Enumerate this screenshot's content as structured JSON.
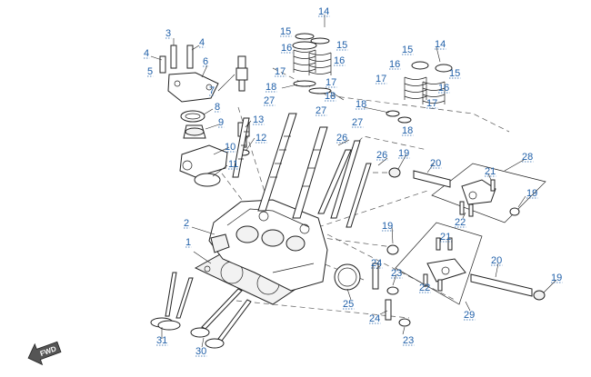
{
  "diagram": {
    "callouts": [
      {
        "id": "c1",
        "label": "1"
      },
      {
        "id": "c2",
        "label": "2"
      },
      {
        "id": "c3",
        "label": "3"
      },
      {
        "id": "c4a",
        "label": "4"
      },
      {
        "id": "c4b",
        "label": "4"
      },
      {
        "id": "c5",
        "label": "5"
      },
      {
        "id": "c6",
        "label": "6"
      },
      {
        "id": "c7",
        "label": "7"
      },
      {
        "id": "c8",
        "label": "8"
      },
      {
        "id": "c9",
        "label": "9"
      },
      {
        "id": "c10",
        "label": "10"
      },
      {
        "id": "c11",
        "label": "11"
      },
      {
        "id": "c12",
        "label": "12"
      },
      {
        "id": "c13",
        "label": "13"
      },
      {
        "id": "c14a",
        "label": "14"
      },
      {
        "id": "c14b",
        "label": "14"
      },
      {
        "id": "c15a",
        "label": "15"
      },
      {
        "id": "c15b",
        "label": "15"
      },
      {
        "id": "c15c",
        "label": "15"
      },
      {
        "id": "c15d",
        "label": "15"
      },
      {
        "id": "c16a",
        "label": "16"
      },
      {
        "id": "c16b",
        "label": "16"
      },
      {
        "id": "c16c",
        "label": "16"
      },
      {
        "id": "c16d",
        "label": "16"
      },
      {
        "id": "c17a",
        "label": "17"
      },
      {
        "id": "c17b",
        "label": "17"
      },
      {
        "id": "c17c",
        "label": "17"
      },
      {
        "id": "c17d",
        "label": "17"
      },
      {
        "id": "c18a",
        "label": "18"
      },
      {
        "id": "c18b",
        "label": "18"
      },
      {
        "id": "c18c",
        "label": "18"
      },
      {
        "id": "c18d",
        "label": "18"
      },
      {
        "id": "c19a",
        "label": "19"
      },
      {
        "id": "c19b",
        "label": "19"
      },
      {
        "id": "c19c",
        "label": "19"
      },
      {
        "id": "c19d",
        "label": "19"
      },
      {
        "id": "c20a",
        "label": "20"
      },
      {
        "id": "c20b",
        "label": "20"
      },
      {
        "id": "c21a",
        "label": "21"
      },
      {
        "id": "c21b",
        "label": "21"
      },
      {
        "id": "c22a",
        "label": "22"
      },
      {
        "id": "c22b",
        "label": "22"
      },
      {
        "id": "c23a",
        "label": "23"
      },
      {
        "id": "c23b",
        "label": "23"
      },
      {
        "id": "c24a",
        "label": "24"
      },
      {
        "id": "c24b",
        "label": "24"
      },
      {
        "id": "c25",
        "label": "25"
      },
      {
        "id": "c26a",
        "label": "26"
      },
      {
        "id": "c26b",
        "label": "26"
      },
      {
        "id": "c27a",
        "label": "27"
      },
      {
        "id": "c27b",
        "label": "27"
      },
      {
        "id": "c27c",
        "label": "27"
      },
      {
        "id": "c28",
        "label": "28"
      },
      {
        "id": "c29",
        "label": "29"
      },
      {
        "id": "c30",
        "label": "30"
      },
      {
        "id": "c31",
        "label": "31"
      }
    ],
    "direction_arrow": {
      "label": "FWD",
      "icon": "forward-arrow-icon"
    },
    "colors": {
      "callout": "#1f5fa8",
      "line": "#222222"
    }
  }
}
